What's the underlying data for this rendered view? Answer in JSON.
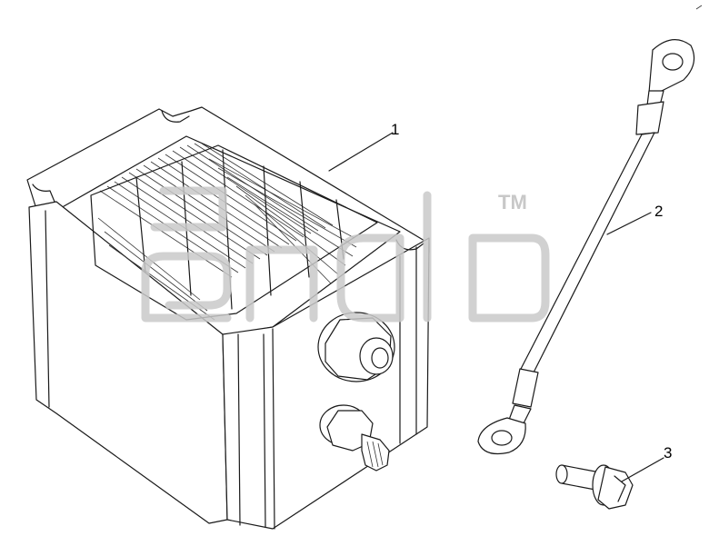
{
  "callouts": [
    {
      "number": "1",
      "part": "heater-box"
    },
    {
      "number": "2",
      "part": "ground-cable"
    },
    {
      "number": "3",
      "part": "bolt"
    }
  ],
  "watermark": {
    "trademark": "TM"
  },
  "colors": {
    "line": "#1a1a1a",
    "watermark": "#c9c9c9",
    "background": "#ffffff"
  }
}
